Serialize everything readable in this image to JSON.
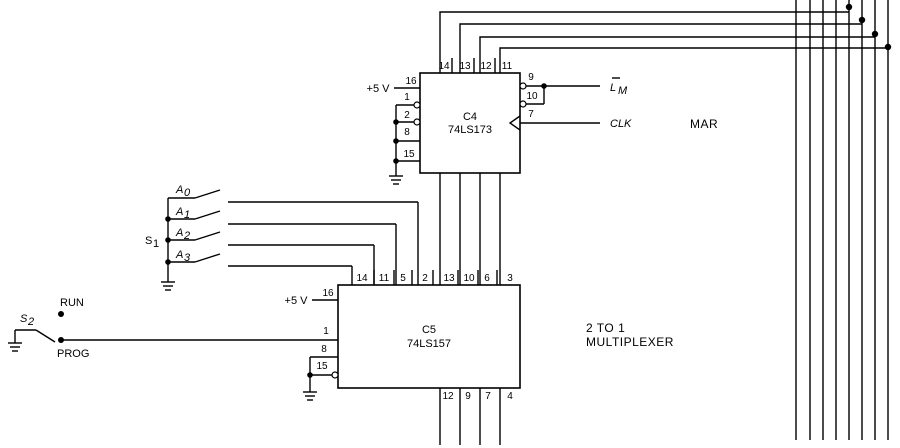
{
  "c4": {
    "name": "C4",
    "part": "74LS173",
    "vcc_label": "+5 V",
    "top_pins": [
      "14",
      "13",
      "12",
      "11"
    ],
    "left_pins": [
      "16",
      "1",
      "2",
      "8",
      "15"
    ],
    "right_pins": [
      "9",
      "10",
      "7"
    ],
    "lm_label": "L",
    "lm_sub": "M",
    "clk_label": "CLK",
    "block_label": "MAR"
  },
  "s1": {
    "label": "S",
    "label_sub": "1",
    "switches": [
      {
        "name": "A",
        "sub": "0"
      },
      {
        "name": "A",
        "sub": "1"
      },
      {
        "name": "A",
        "sub": "2"
      },
      {
        "name": "A",
        "sub": "3"
      }
    ]
  },
  "c5": {
    "name": "C5",
    "part": "74LS157",
    "vcc_label": "+5 V",
    "top_pins": [
      "14",
      "11",
      "5",
      "2",
      "13",
      "10",
      "6",
      "3"
    ],
    "left_pins": [
      "16",
      "1",
      "8",
      "15"
    ],
    "bottom_pins": [
      "12",
      "9",
      "7",
      "4"
    ],
    "block_label_line1": "2 TO 1",
    "block_label_line2": "MULTIPLEXER"
  },
  "s2": {
    "label": "S",
    "label_sub": "2",
    "run_label": "RUN",
    "prog_label": "PROG"
  }
}
